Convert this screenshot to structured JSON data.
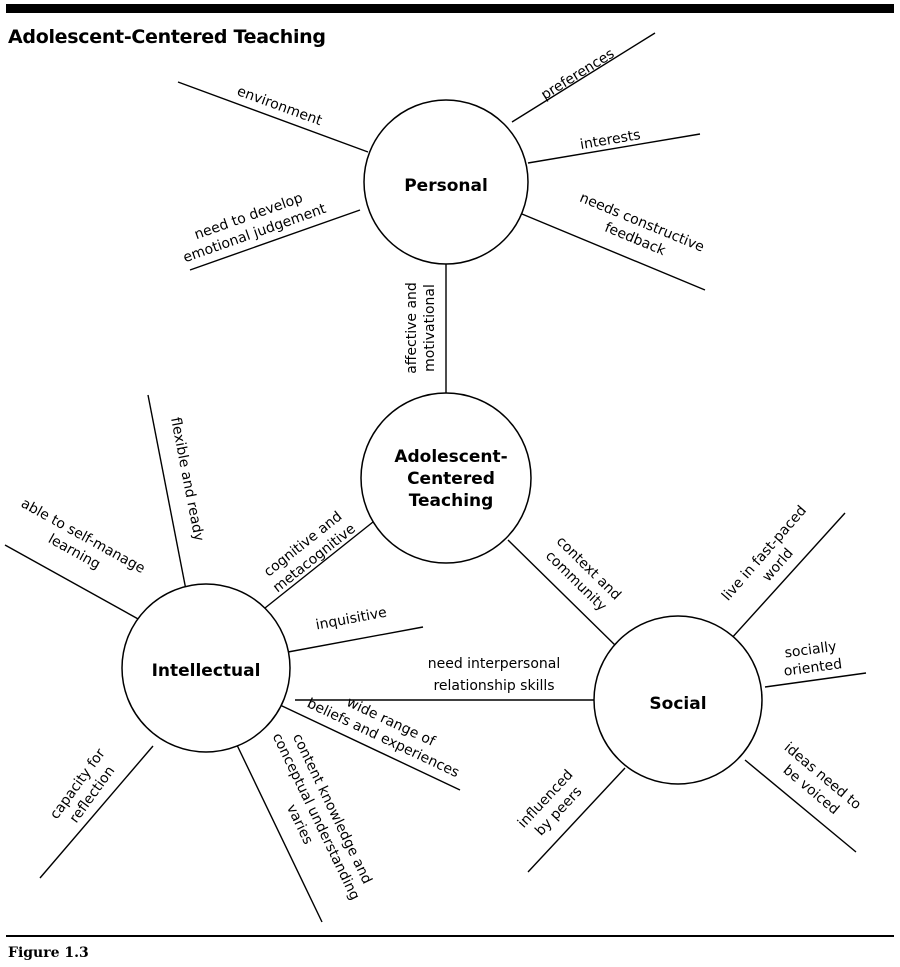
{
  "title": "Adolescent-Centered Teaching",
  "figure_label": "Figure 1.3",
  "nodes": {
    "center": {
      "line1": "Adolescent-",
      "line2": "Centered",
      "line3": "Teaching"
    },
    "personal": "Personal",
    "intellectual": "Intellectual",
    "social": "Social"
  },
  "connectors": {
    "personal_center": {
      "line1": "affective and",
      "line2": "motivational"
    },
    "center_intellectual": {
      "line1": "cognitive and",
      "line2": "metacognitive"
    },
    "center_social": {
      "line1": "context and",
      "line2": "community"
    }
  },
  "personal_spokes": {
    "environment": "environment",
    "preferences": "preferences",
    "interests": "interests",
    "feedback": {
      "line1": "needs constructive",
      "line2": "feedback"
    },
    "emotional": {
      "line1": "need to develop",
      "line2": "emotional judgement"
    }
  },
  "intellectual_spokes": {
    "flexible": "flexible and ready",
    "self_manage": {
      "line1": "able to self-manage",
      "line2": "learning"
    },
    "inquisitive": "inquisitive",
    "range": {
      "line1": "wide range of",
      "line2": "beliefs and experiences"
    },
    "content": {
      "line1": "content knowledge and",
      "line2": "conceptual understanding",
      "line3": "varies"
    },
    "reflection": {
      "line1": "capacity for",
      "line2": "reflection"
    }
  },
  "social_spokes": {
    "fast_paced": {
      "line1": "live in fast-paced",
      "line2": "world"
    },
    "oriented": {
      "line1": "socially",
      "line2": "oriented"
    },
    "voiced": {
      "line1": "ideas need to",
      "line2": "be voiced"
    },
    "peers": {
      "line1": "influenced",
      "line2": "by peers"
    },
    "interpersonal": {
      "line1": "need interpersonal",
      "line2": "relationship skills"
    }
  }
}
